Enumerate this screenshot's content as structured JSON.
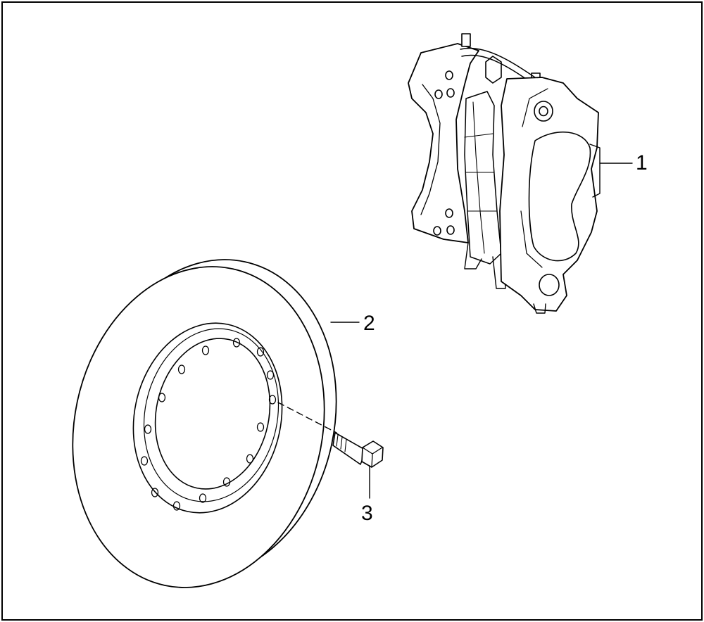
{
  "diagram": {
    "callouts": [
      {
        "label": "1",
        "part": "brake-caliper"
      },
      {
        "label": "2",
        "part": "brake-disc"
      },
      {
        "label": "3",
        "part": "bolt"
      }
    ]
  },
  "colors": {
    "line": "#000000",
    "background": "#ffffff"
  }
}
